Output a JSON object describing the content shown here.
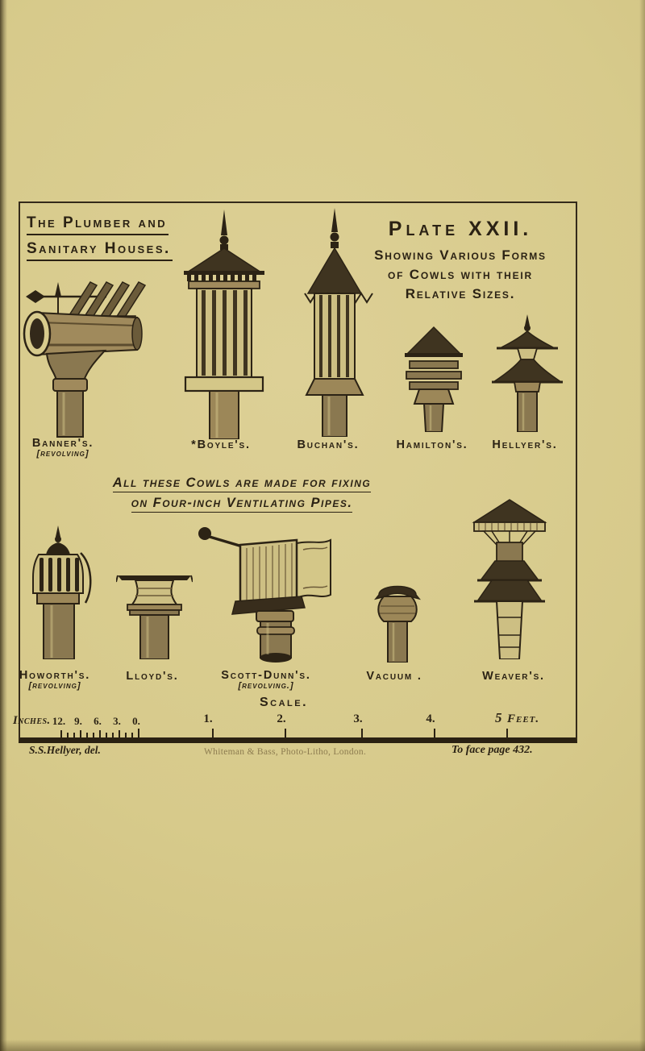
{
  "page_title": {
    "line1": "The Plumber and",
    "line2": "Sanitary Houses."
  },
  "plate_header": {
    "title": "Plate XXII.",
    "subtitle_line1": "Showing Various Forms",
    "subtitle_line2": "of Cowls with their",
    "subtitle_line3": "Relative Sizes."
  },
  "row1": [
    {
      "label": "Banner's.",
      "qualifier": "[revolving]"
    },
    {
      "label": "*Boyle's."
    },
    {
      "label": "Buchan's."
    },
    {
      "label": "Hamilton's."
    },
    {
      "label": "Hellyer's."
    }
  ],
  "note": {
    "line1": "All these Cowls are made for fixing",
    "line2": "on Four-inch Ventilating Pipes."
  },
  "row2": [
    {
      "label": "Howorth's.",
      "qualifier": "[revolving]"
    },
    {
      "label": "Lloyd's."
    },
    {
      "label": "Scott-Dunn's.",
      "qualifier": "[revolving.]"
    },
    {
      "label": "Vacuum ."
    },
    {
      "label": "Weaver's."
    }
  ],
  "scale": {
    "heading": "Scale.",
    "inches_label": "Inches.",
    "inch_marks": [
      "12.",
      "9.",
      "6.",
      "3.",
      "0."
    ],
    "foot_marks": [
      "1.",
      "2.",
      "3.",
      "4."
    ],
    "foot_last": "5",
    "foot_unit": "Feet."
  },
  "credits": {
    "artist": "S.S.Hellyer, del.",
    "printer": "Whiteman & Bass, Photo-Litho, London.",
    "page_ref": "To face page 432."
  },
  "colors": {
    "paper": "#d7ca8b",
    "ink": "#2b2214"
  }
}
